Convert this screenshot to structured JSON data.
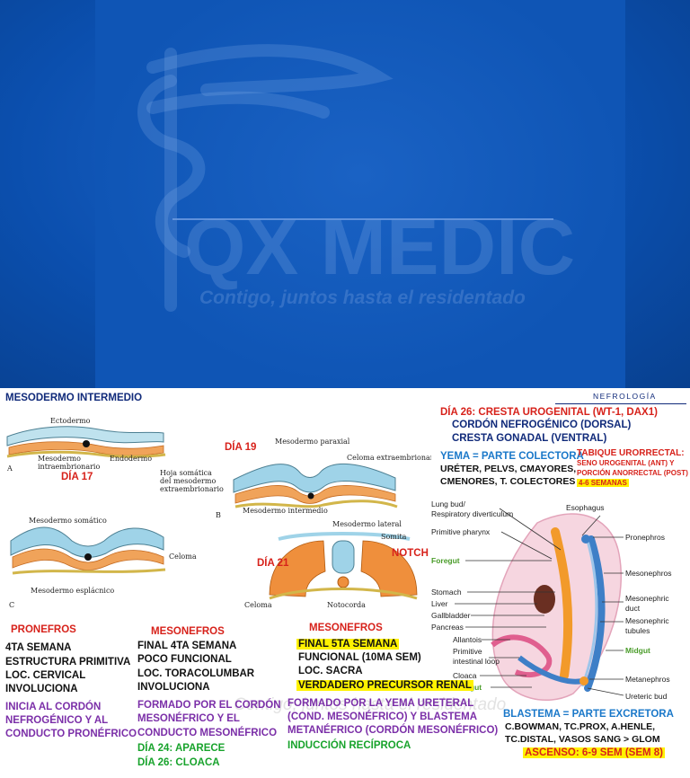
{
  "banner": {
    "brand": "QX MEDIC",
    "tagline": "Contigo, juntos hasta el residentado"
  },
  "header": {
    "title": "MESODERMO INTERMEDIO",
    "section_tag": "NEFROLOGÍA"
  },
  "day_labels": {
    "d17": "DÍA 17",
    "d19": "DÍA 19",
    "d21": "DÍA 21",
    "notch": "NOTCH"
  },
  "diagram_labels": {
    "ectodermo": "Ectodermo",
    "mesodermo_intra": "Mesodermo",
    "mesodermo_intra2": "intraembrionario",
    "endodermo": "Endodermo",
    "a": "A",
    "mesodermo_paraxial": "Mesodermo paraxial",
    "celoma_extra": "Celoma extraembrionario",
    "hoja_somatica": "Hoja somática",
    "hoja_somatica2": "del mesodermo",
    "hoja_somatica3": "extraembrionario",
    "b": "B",
    "mesodermo_intermedio": "Mesodermo intermedio",
    "mesodermo_lateral": "Mesodermo lateral",
    "mesodermo_somatico": "Mesodermo somático",
    "celoma": "Celoma",
    "mesodermo_esplacnico": "Mesodermo esplácnico",
    "c": "C",
    "somita": "Somita",
    "celoma2": "Celoma",
    "notocorda": "Notocorda"
  },
  "right_top": {
    "line1": "DÍA 26: CRESTA UROGENITAL (WT-1, DAX1)",
    "line2": "CORDÓN NEFROGÉNICO (DORSAL)",
    "line3": "CRESTA GONADAL (VENTRAL)",
    "yema_title": "YEMA = PARTE COLECTORA",
    "yema_1": "URÉTER, PELVS, CMAYORES,",
    "yema_2": "CMENORES, T. COLECTORES",
    "tabique_title": "TABIQUE URORRECTAL:",
    "tabique_1": "SENO UROGENITAL (ANT) Y",
    "tabique_2": "PORCIÓN ANORRECTAL (POST)",
    "tabique_3": "4-6 SEMANAS"
  },
  "embryo_labels": {
    "lung_bud": "Lung bud/",
    "resp_div": "Respiratory diverticulum",
    "primitive_pharynx": "Primitive pharynx",
    "foregut": "Foregut",
    "stomach": "Stomach",
    "liver": "Liver",
    "gallbladder": "Gallbladder",
    "pancreas": "Pancreas",
    "allantois": "Allantois",
    "primitive_intestinal": "Primitive",
    "intestinal_loop": "intestinal loop",
    "cloaca": "Cloaca",
    "hindgut": "Hindgut",
    "esophagus": "Esophagus",
    "pronephros": "Pronephros",
    "mesonephros": "Mesonephros",
    "mesonephric_duct1": "Mesonephric",
    "mesonephric_duct2": "duct",
    "mesonephric_tub1": "Mesonephric",
    "mesonephric_tub2": "tubules",
    "midgut": "Midgut",
    "metanephros": "Metanephros",
    "ureteric_bud": "Ureteric bud"
  },
  "pronefros": {
    "title": "PRONEFROS",
    "l1": "4TA SEMANA",
    "l2": "ESTRUCTURA PRIMITIVA",
    "l3": "LOC. CERVICAL",
    "l4": "INVOLUCIONA",
    "p1": "INICIA AL CORDÓN",
    "p2": "NEFROGÉNICO Y AL",
    "p3": "CONDUCTO PRONÉFRICO"
  },
  "mesonefros1": {
    "title": "MESONEFROS",
    "l1": "FINAL 4TA SEMANA",
    "l2": "POCO FUNCIONAL",
    "l3": "LOC. TORACOLUMBAR",
    "l4": "INVOLUCIONA",
    "p1": "FORMADO POR EL CORDÓN",
    "p2": "MESONÉFRICO Y EL",
    "p3": "CONDUCTO MESONÉFRICO",
    "g1": "DÍA 24: APARECE",
    "g2": "DÍA 26: CLOACA"
  },
  "mesonefros2": {
    "title": "MESONEFROS",
    "l1": "FINAL 5TA SEMANA",
    "l2": "FUNCIONAL (10MA SEM)",
    "l3": "LOC. SACRA",
    "l4": "VERDADERO PRECURSOR RENAL",
    "p1": "FORMADO POR LA YEMA URETERAL",
    "p2": "(COND. MESONÉFRICO) Y BLASTEMA",
    "p3": "METANÉFRICO (CORDÓN MESONÉFRICO)",
    "g1": "INDUCCIÓN RECÍPROCA"
  },
  "blastema": {
    "title": "BLASTEMA = PARTE EXCRETORA",
    "l1": "C.BOWMAN, TC.PROX, A.HENLE,",
    "l2": "TC.DISTAL, VASOS SANG > GLOM",
    "l3": "ASCENSO: 6-9 SEM (SEM 8)"
  },
  "colors": {
    "banner_blue": "#0b4fae",
    "title_navy": "#102a7a",
    "red": "#d7221b",
    "purple": "#7b2fa8",
    "green": "#18a32c",
    "highlight": "#fff200"
  }
}
